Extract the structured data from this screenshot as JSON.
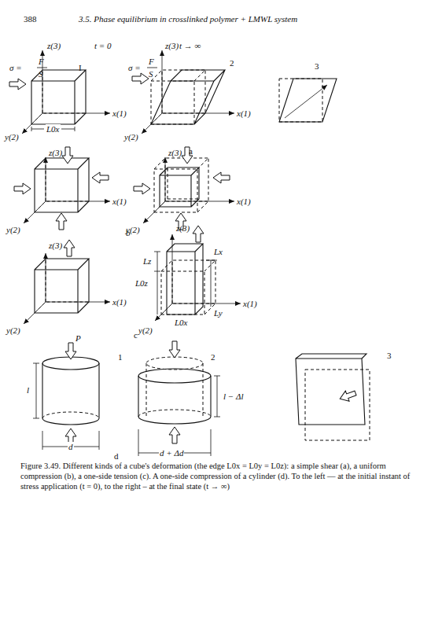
{
  "diagram": {
    "caption": "Figure 3.49. Different kinds of a cube's deformation (the edge L0x = L0y = L0z): a simple shear (a), a uniform compression (b), a one-side tension (c). A one-side compression of a cylinder (d). To the left — at the initial instant of stress application (t = 0), to the right – at the final state (t → ∞)",
    "labels": [
      "388",
      "3.5.  Phase equilibrium in crosslinked polymer + LMWL system",
      "z(3)",
      "t = 0",
      "σ =",
      "F",
      "S",
      "I",
      "x(1)",
      "L0x",
      "y(2)",
      "z(3)",
      "t → ∞",
      "σ =",
      "F",
      "S",
      "2",
      "x(1)",
      "y(2)",
      "3",
      "a",
      "z(3)",
      "x(1)",
      "y(2)",
      "b",
      "z(3)",
      "x(1)",
      "y(2)",
      "z(3)",
      "x(1)",
      "y(2)",
      "c",
      "z(3)",
      "Lz",
      "L0z",
      "Lx",
      "x(1)",
      "Ly",
      "L0x",
      "y(2)",
      "P",
      "1",
      "l",
      "d",
      "2",
      "l − Δl",
      "d + Δd",
      "3",
      "d"
    ]
  }
}
